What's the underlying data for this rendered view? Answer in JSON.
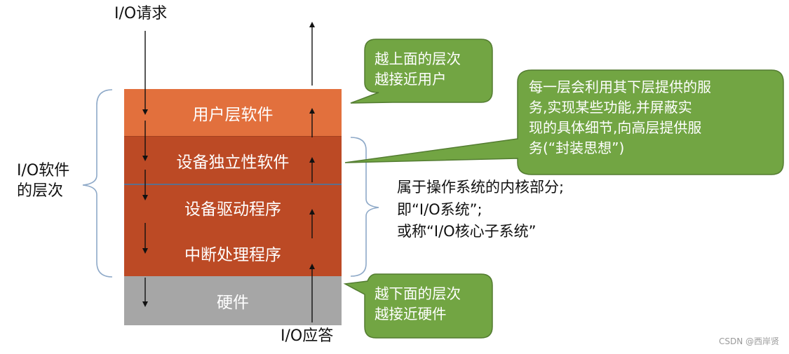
{
  "top_label": "I/O请求",
  "bottom_label": "I/O应答",
  "side_label": [
    "I/O软件",
    "的层次"
  ],
  "layers": [
    {
      "text": "用户层软件"
    },
    {
      "text": "设备独立性软件"
    },
    {
      "text": "设备驱动程序"
    },
    {
      "text": "中断处理程序"
    },
    {
      "text": "硬件"
    }
  ],
  "kernel_note": [
    "属于操作系统的内核部分;",
    "即“I/O系统”;",
    "或称“I/O核心子系统”"
  ],
  "callouts": {
    "top": [
      "越上面的层次",
      "越接近用户"
    ],
    "middle": [
      "每一层会利用其下层提供的服",
      "务,实现某些功能,并屏蔽实",
      "现的具体细节,向高层提供服",
      "务(“封装思想”)"
    ],
    "bottom": [
      "越下面的层次",
      "越接近硬件"
    ]
  },
  "watermark": "CSDN @西岸贤",
  "colors": {
    "user_layer": "#e2703d",
    "kernel_layer": "#bc4a25",
    "hardware_layer": "#a6a6a6",
    "callout_fill": "#72a543",
    "callout_stroke": "#537c31",
    "brace": "#8ea9c8"
  }
}
